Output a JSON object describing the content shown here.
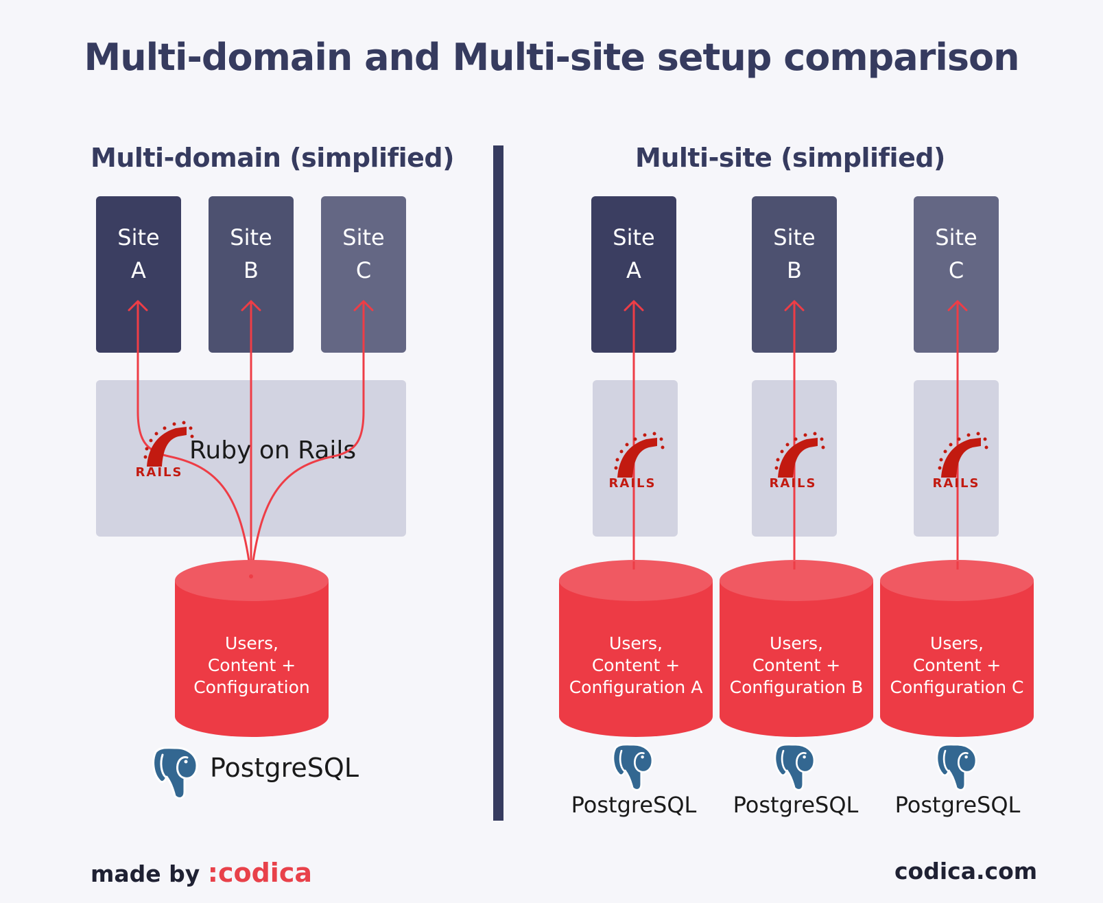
{
  "title": "Multi-domain and Multi-site setup comparison",
  "left": {
    "heading": "Multi-domain (simplified)",
    "sites": [
      {
        "word": "Site",
        "letter": "A"
      },
      {
        "word": "Site",
        "letter": "B"
      },
      {
        "word": "Site",
        "letter": "C"
      }
    ],
    "rails_label": "Ruby on Rails",
    "rails_logo_text": "RAILS",
    "db_lines": [
      "Users,",
      "Content +",
      "Configuration"
    ],
    "postgres_label": "PostgreSQL"
  },
  "right": {
    "heading": "Multi-site (simplified)",
    "sites": [
      {
        "word": "Site",
        "letter": "A"
      },
      {
        "word": "Site",
        "letter": "B"
      },
      {
        "word": "Site",
        "letter": "C"
      }
    ],
    "rails_logo_text": "RAILS",
    "dbs": [
      {
        "lines": [
          "Users,",
          "Content +",
          "Configuration A"
        ]
      },
      {
        "lines": [
          "Users,",
          "Content +",
          "Configuration B"
        ]
      },
      {
        "lines": [
          "Users,",
          "Content +",
          "Configuration C"
        ]
      }
    ],
    "postgres_labels": [
      "PostgreSQL",
      "PostgreSQL",
      "PostgreSQL"
    ]
  },
  "colors": {
    "site_a": "#3b3e61",
    "site_b": "#4d5170",
    "site_c": "#646784",
    "rails_bg": "#d2d3e1",
    "db_red": "#ed3b45",
    "db_top": "#f05962",
    "arrow": "#ee3d46",
    "rails_logo": "#c21a10",
    "postgres_logo": "#336791"
  },
  "footer": {
    "made_by": "made by",
    "brand": ":codica",
    "site": "codica.com"
  }
}
